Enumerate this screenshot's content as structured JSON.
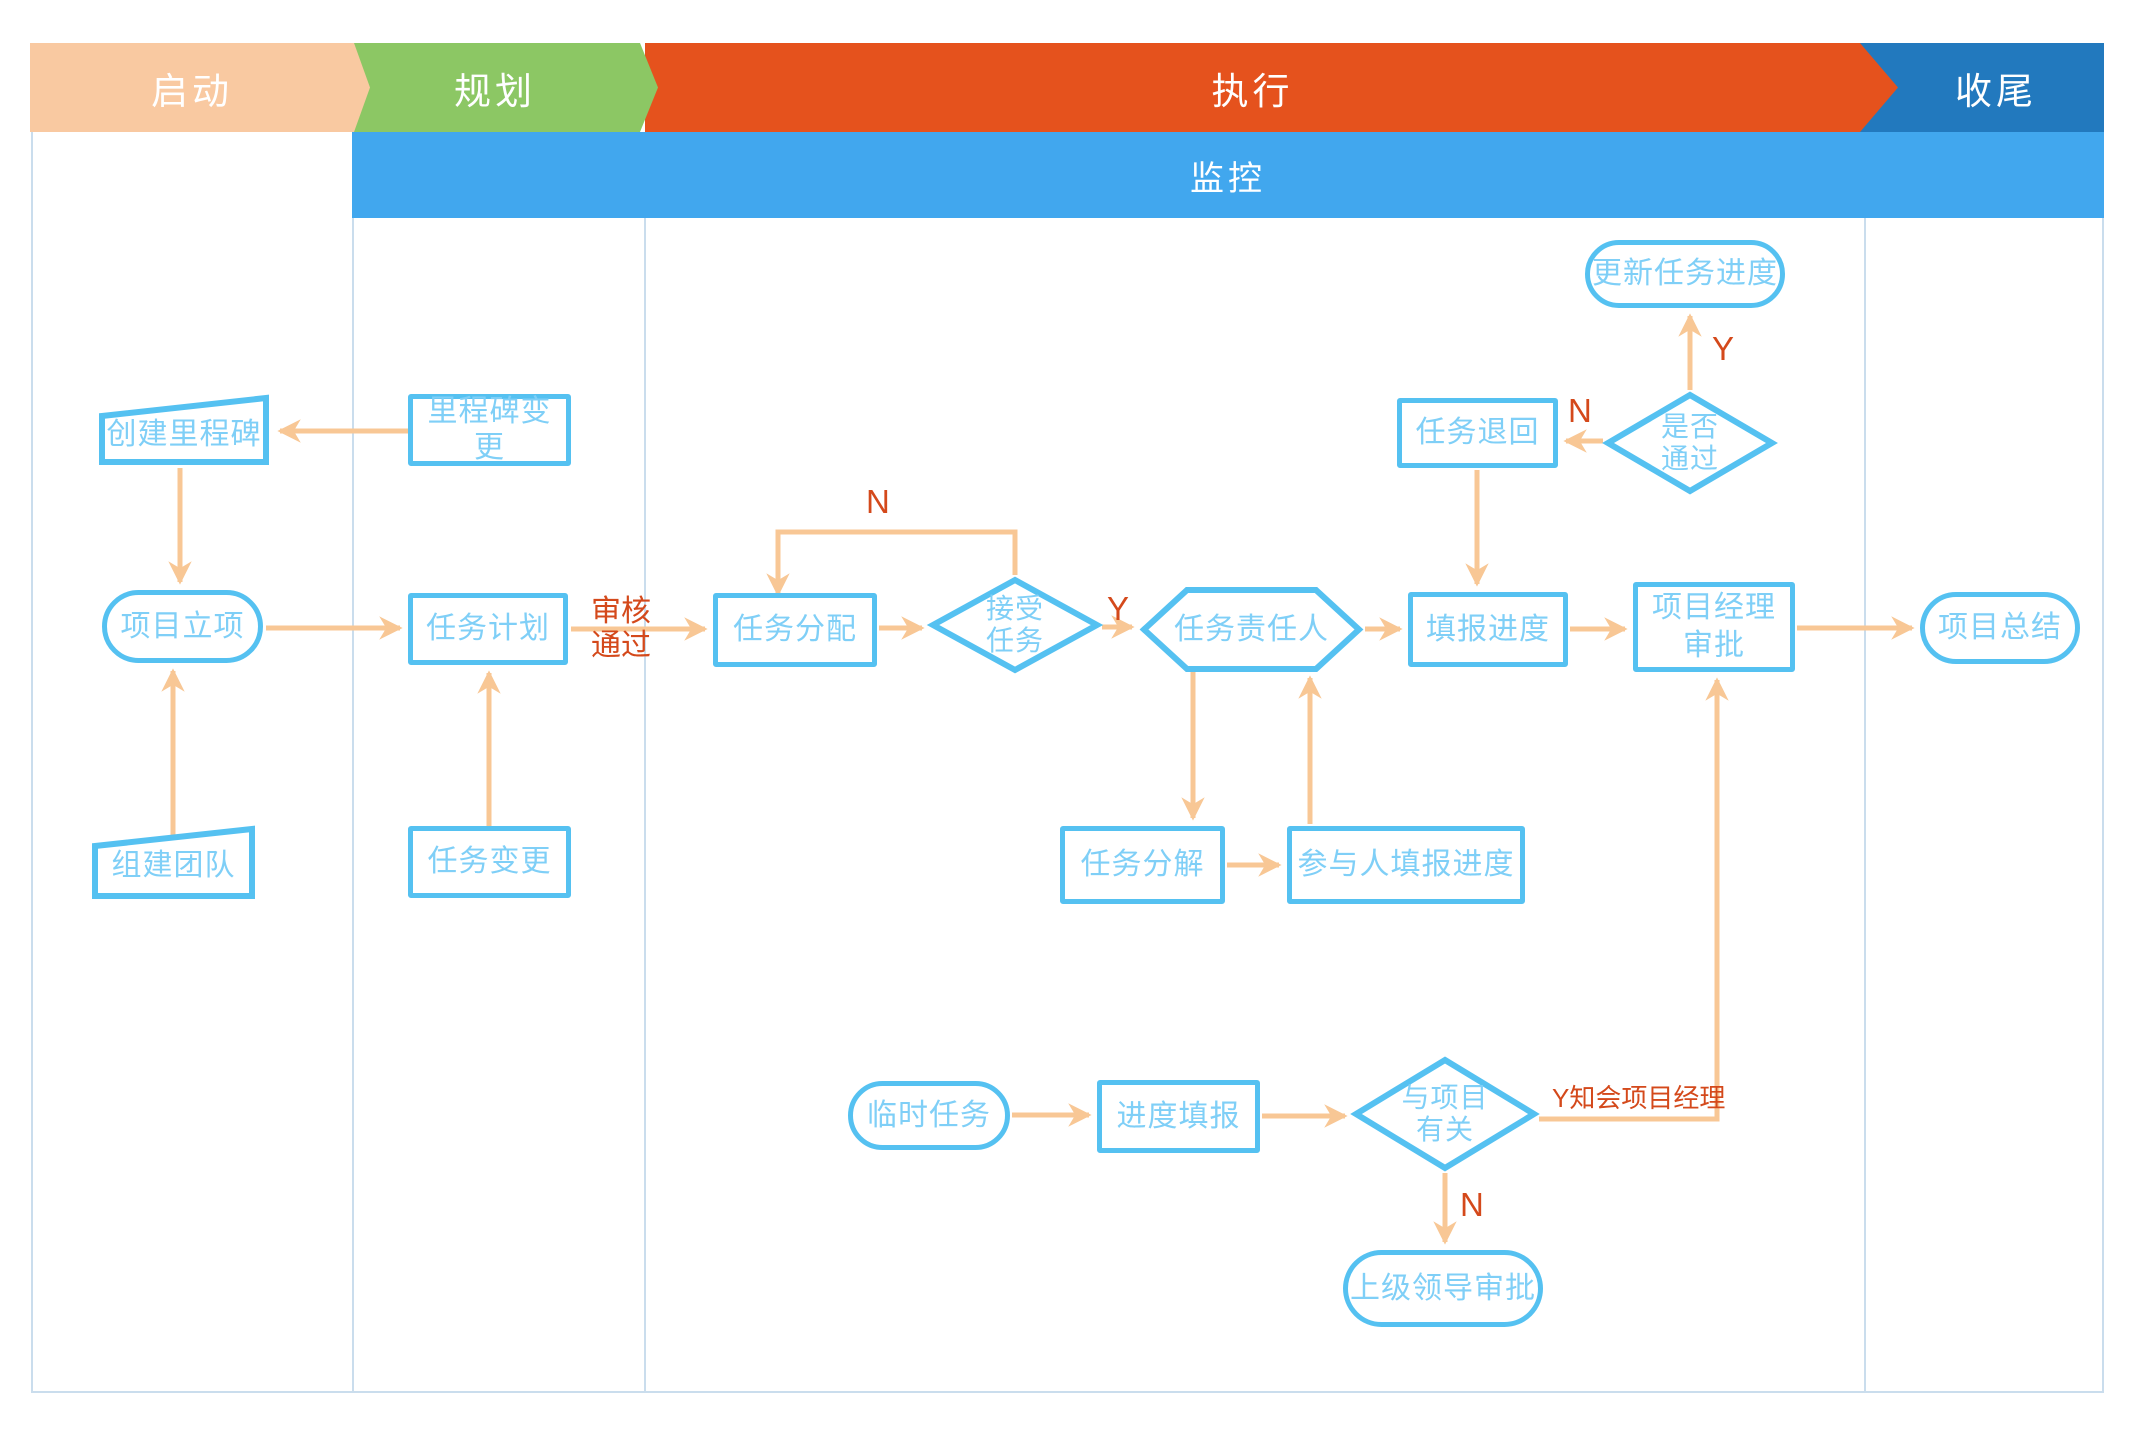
{
  "header": {
    "phases": [
      {
        "label": "启动",
        "color": "#f9c9a1"
      },
      {
        "label": "规划",
        "color": "#8cc764"
      },
      {
        "label": "执行",
        "color": "#e5521d"
      },
      {
        "label": "收尾",
        "color": "#2279be"
      }
    ],
    "monitor": {
      "label": "监控",
      "color": "#41a7ee"
    }
  },
  "nodes": {
    "create_milestone": {
      "label": "创建里程碑",
      "shape": "card"
    },
    "milestone_change": {
      "label": "里程碑变更",
      "shape": "rect"
    },
    "project_initiation": {
      "label": "项目立项",
      "shape": "capsule"
    },
    "build_team": {
      "label": "组建团队",
      "shape": "card"
    },
    "task_plan": {
      "label": "任务计划",
      "shape": "rect"
    },
    "task_change": {
      "label": "任务变更",
      "shape": "rect"
    },
    "task_assign": {
      "label": "任务分配",
      "shape": "rect"
    },
    "accept_task": {
      "label": "接受\n任务",
      "shape": "diamond"
    },
    "task_owner": {
      "label": "任务责任人",
      "shape": "hexagon"
    },
    "fill_progress": {
      "label": "填报进度",
      "shape": "rect"
    },
    "pm_approval": {
      "label": "项目经理\n审批",
      "shape": "rect"
    },
    "project_summary": {
      "label": "项目总结",
      "shape": "capsule"
    },
    "task_return": {
      "label": "任务退回",
      "shape": "rect"
    },
    "pass_check": {
      "label": "是否\n通过",
      "shape": "diamond"
    },
    "update_progress": {
      "label": "更新任务进度",
      "shape": "capsule"
    },
    "task_breakdown": {
      "label": "任务分解",
      "shape": "rect"
    },
    "participant_progress": {
      "label": "参与人填报进度",
      "shape": "rect"
    },
    "temp_task": {
      "label": "临时任务",
      "shape": "capsule"
    },
    "progress_report": {
      "label": "进度填报",
      "shape": "rect"
    },
    "related_check": {
      "label": "与项目\n有关",
      "shape": "diamond"
    },
    "leader_approval": {
      "label": "上级领导审批",
      "shape": "capsule"
    }
  },
  "edge_labels": {
    "review_pass": "审核\n通过",
    "assign_no": "N",
    "assign_yes": "Y",
    "pass_no": "N",
    "pass_yes": "Y",
    "related_note": "Y知会项目经理",
    "related_no": "N"
  },
  "colors": {
    "node_border": "#55c1f1",
    "node_text": "#7fcff7",
    "arrow": "#f8c795",
    "edge_label": "#d4491b",
    "lane_line": "#cadded",
    "phase_initiation": "#f9c9a1",
    "phase_planning": "#8cc764",
    "phase_execution": "#e5521d",
    "phase_closing": "#2279be",
    "monitor_band": "#41a7ee"
  }
}
